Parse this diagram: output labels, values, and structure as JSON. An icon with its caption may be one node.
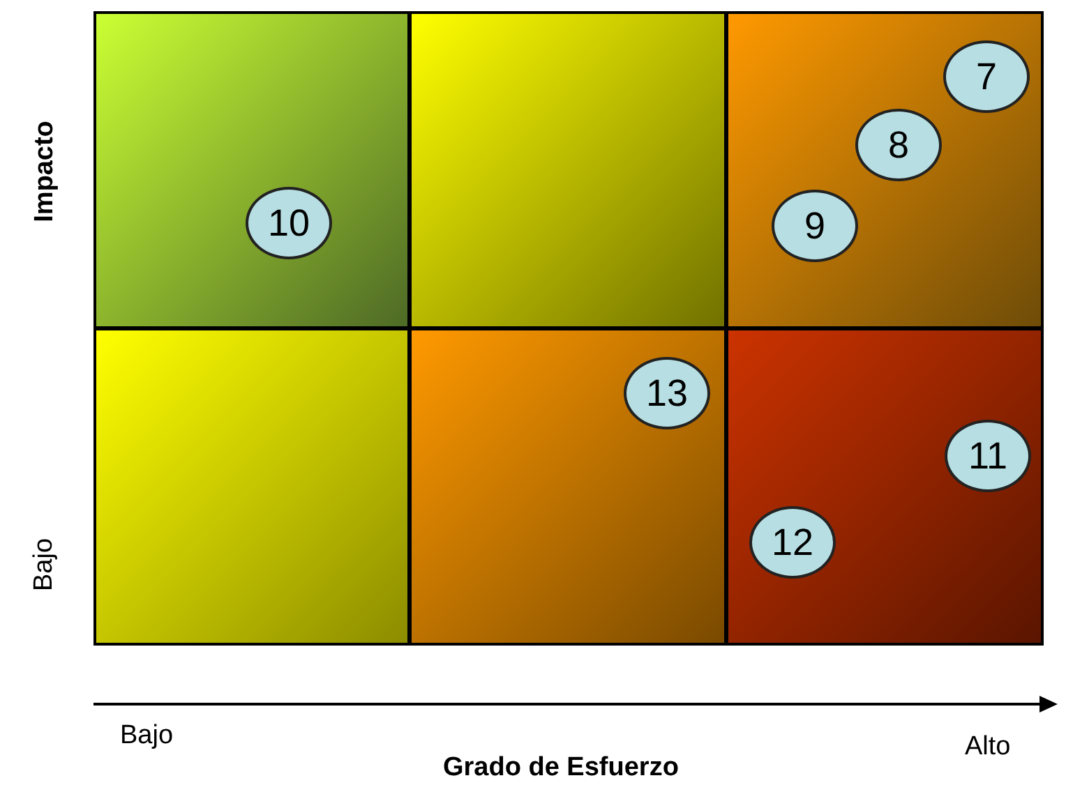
{
  "diagram": {
    "nodes": [
      {
        "text": [],
        "shape": "box"
      },
      {
        "text": [
          "10"
        ],
        "in": 0
      },
      {
        "text": [],
        "shape": "box"
      },
      {
        "text": [],
        "shape": "box"
      },
      {
        "text": [
          "7"
        ],
        "in": 3
      },
      {
        "text": [
          "8"
        ],
        "in": 3
      },
      {
        "text": [
          "9"
        ],
        "in": 3
      },
      {
        "text": [],
        "shape": "box"
      },
      {
        "text": [],
        "shape": "box"
      },
      {
        "text": [
          "13"
        ],
        "in": 8
      },
      {
        "text": [],
        "shape": "box"
      },
      {
        "text": [
          "11"
        ],
        "in": 10
      },
      {
        "text": [
          "12"
        ],
        "in": 10
      }
    ],
    "edges": [],
    "labels": [
      "Impacto",
      "Bajo",
      "Bajo",
      "Alto",
      "Grado de Esfuerzo"
    ]
  }
}
